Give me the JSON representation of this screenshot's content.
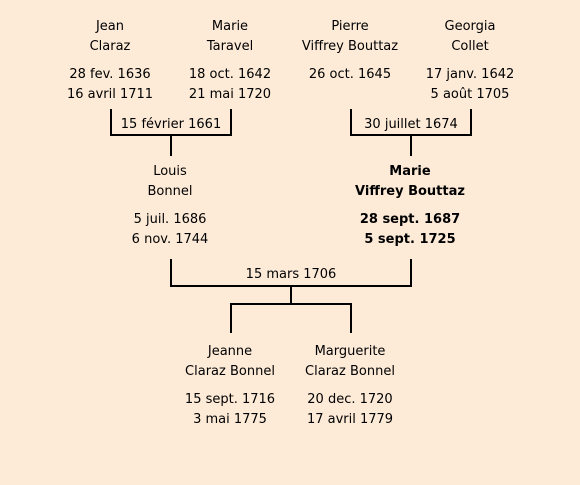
{
  "background_color": "#fdebd8",
  "people": {
    "jean": {
      "first": "Jean",
      "last": "Claraz",
      "birth": "28 fev. 1636",
      "death": "16 avril 1711"
    },
    "marie_t": {
      "first": "Marie",
      "last": "Taravel",
      "birth": "18 oct. 1642",
      "death": "21 mai 1720"
    },
    "pierre": {
      "first": "Pierre",
      "last": "Viffrey Bouttaz",
      "birth": "26 oct. 1645",
      "death": ""
    },
    "georgia": {
      "first": "Georgia",
      "last": "Collet",
      "birth": "17 janv. 1642",
      "death": "5 août 1705"
    },
    "louis": {
      "first": "Louis",
      "last": "Bonnel",
      "birth": "5 juil. 1686",
      "death": "6 nov. 1744"
    },
    "marie_v": {
      "first": "Marie",
      "last": "Viffrey Bouttaz",
      "birth": "28 sept. 1687",
      "death": "5 sept. 1725"
    },
    "jeanne": {
      "first": "Jeanne",
      "last": "Claraz Bonnel",
      "birth": "15 sept. 1716",
      "death": "3 mai 1775"
    },
    "marguerite": {
      "first": "Marguerite",
      "last": "Claraz Bonnel",
      "birth": "20 dec. 1720",
      "death": "17 avril 1779"
    }
  },
  "marriages": {
    "jean_marie": "15 février 1661",
    "pierre_georgia": "30 juillet 1674",
    "louis_marie": "15 mars 1706"
  }
}
